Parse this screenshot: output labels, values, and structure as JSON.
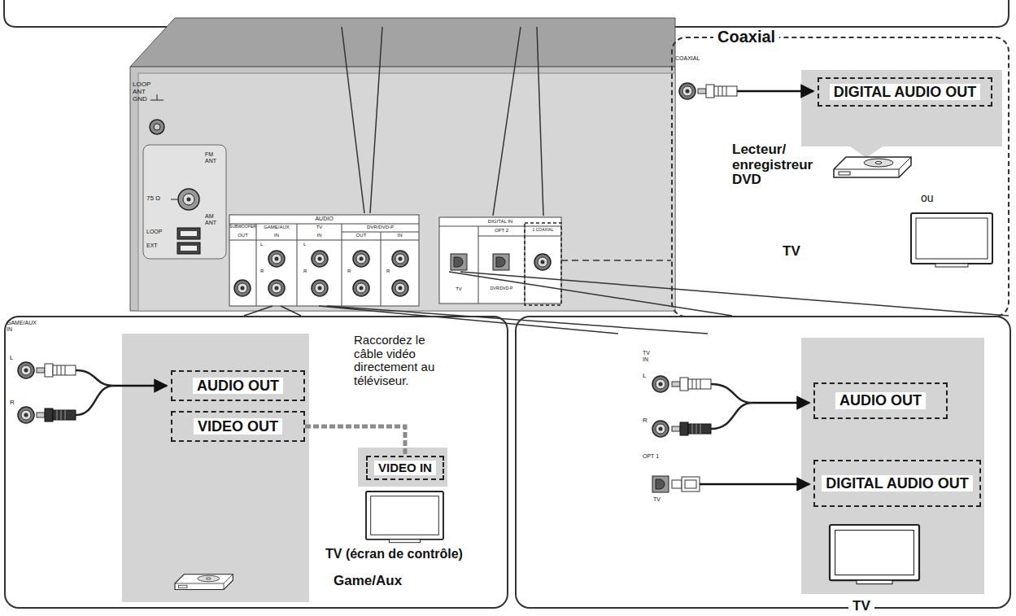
{
  "diagram": {
    "nodes": [
      {
        "text": [
          "Coaxial"
        ]
      },
      {
        "text": [
          "DIGITAL AUDIO OUT"
        ],
        "in": 0
      },
      {
        "text": [
          "Game/Aux"
        ]
      },
      {
        "text": [
          "AUDIO OUT"
        ],
        "in": 2
      },
      {
        "text": [
          "VIDEO OUT"
        ],
        "in": 2
      },
      {
        "text": [
          "VIDEO IN"
        ],
        "in": 2
      },
      {
        "text": [
          "TV"
        ]
      },
      {
        "text": [
          "AUDIO OUT"
        ],
        "in": 6
      },
      {
        "text": [
          "DIGITAL AUDIO OUT"
        ],
        "in": 6
      }
    ],
    "edges": [
      {
        "from": 4,
        "to": 5,
        "arrow": "none"
      }
    ],
    "labels": [
      "LOOP ANT GND",
      "FM ANT",
      "75 Ω",
      "AM ANT",
      "LOOP",
      "EXT",
      "AUDIO",
      "SUBWOOFER",
      "OUT",
      "GAME/AUX",
      "IN",
      "L",
      "R",
      "TV",
      "IN",
      "L",
      "R",
      "DVR/DVD-P",
      "OUT",
      "IN",
      "R",
      "R",
      "DIGITAL IN",
      "OPT 2",
      "1 COAXIAL",
      "TV",
      "DVR/DVD-P",
      "COAXIAL",
      "Lecteur/ enregistreur DVD",
      "ou",
      "TV",
      "GAME/AUX IN",
      "L",
      "R",
      "Raccordez le câble vidéo directement au téléviseur.",
      "TV (écran de contrôle)",
      "TV IN",
      "L",
      "R",
      "OPT 1",
      "TV"
    ]
  }
}
